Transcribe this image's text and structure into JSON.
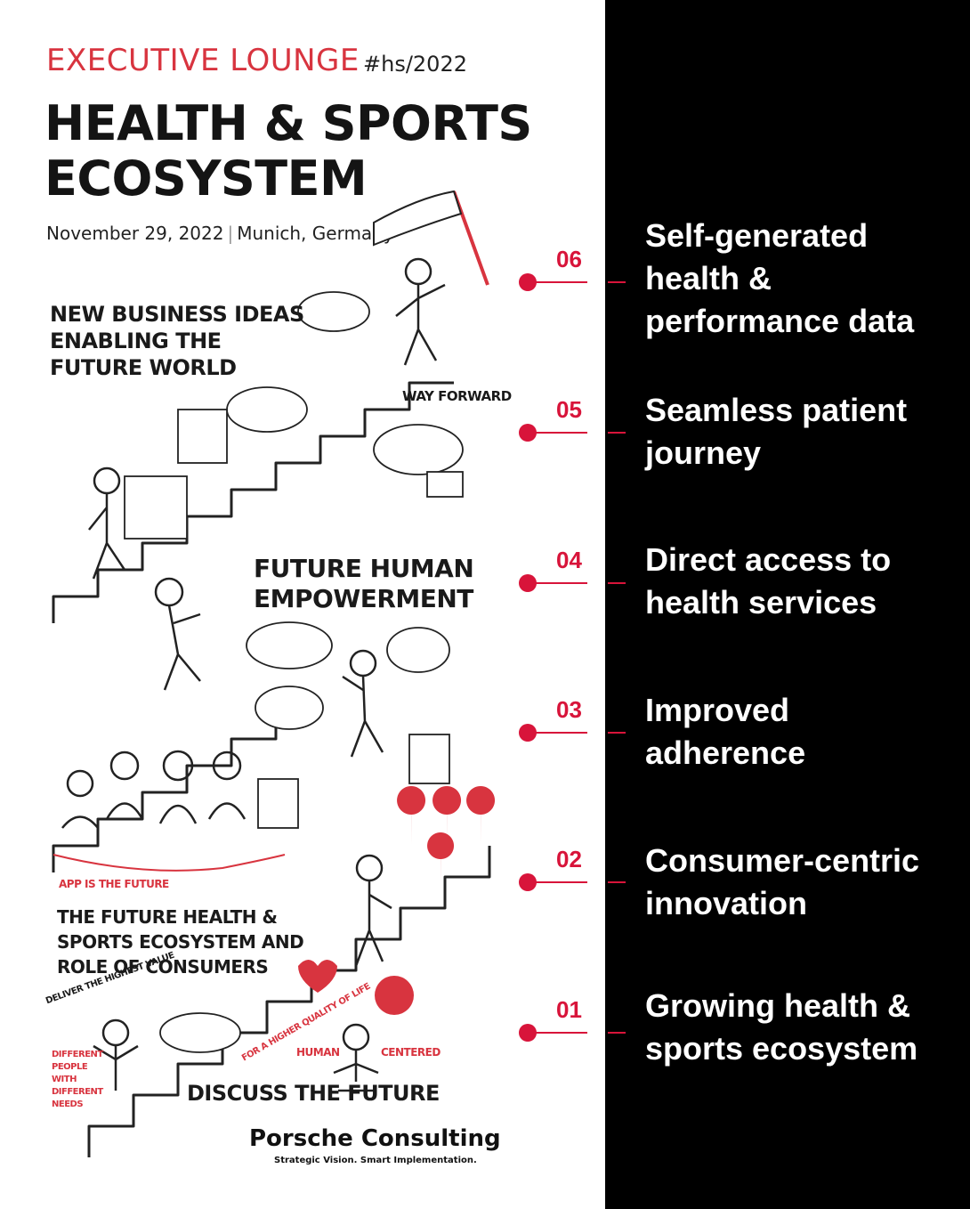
{
  "poster": {
    "event_label": "EXECUTIVE LOUNGE",
    "hashtag": "#hs/2022",
    "title_line1": "HEALTH & SPORTS",
    "title_line2": "ECOSYSTEM",
    "date": "November 29, 2022",
    "location": "Munich, Germany",
    "sections": {
      "new_business_1": "NEW BUSINESS IDEAS",
      "new_business_2": "ENABLING THE",
      "new_business_3": "FUTURE WORLD",
      "way_forward": "WAY FORWARD",
      "empowerment_1": "FUTURE HUMAN",
      "empowerment_2": "EMPOWERMENT",
      "app_future": "APP IS THE FUTURE",
      "consumers_1": "THE FUTURE HEALTH &",
      "consumers_2": "SPORTS ECOSYSTEM AND",
      "consumers_3": "ROLE OF CONSUMERS",
      "deliver_value": "DELIVER THE HIGHEST VALUE",
      "human": "HUMAN",
      "centered": "CENTERED",
      "quality_of_life": "FOR A HIGHER QUALITY OF LIFE",
      "different_people": "DIFFERENT PEOPLE WITH DIFFERENT NEEDS",
      "discuss": "DISCUSS THE FUTURE"
    },
    "brand_name": "Porsche Consulting",
    "brand_tagline": "Strategic Vision. Smart Implementation."
  },
  "steps": [
    {
      "number": "06",
      "line1": "Self-generated",
      "line2": "health &",
      "line3": "performance data"
    },
    {
      "number": "05",
      "line1": "Seamless patient",
      "line2": "journey",
      "line3": ""
    },
    {
      "number": "04",
      "line1": "Direct access to",
      "line2": "health services",
      "line3": ""
    },
    {
      "number": "03",
      "line1": "Improved",
      "line2": "adherence",
      "line3": ""
    },
    {
      "number": "02",
      "line1": "Consumer-centric",
      "line2": "innovation",
      "line3": ""
    },
    {
      "number": "01",
      "line1": "Growing health &",
      "line2": "sports ecosystem",
      "line3": ""
    }
  ],
  "colors": {
    "accent": "#d8143a",
    "poster_red": "#d8343f",
    "panel": "#000000"
  }
}
